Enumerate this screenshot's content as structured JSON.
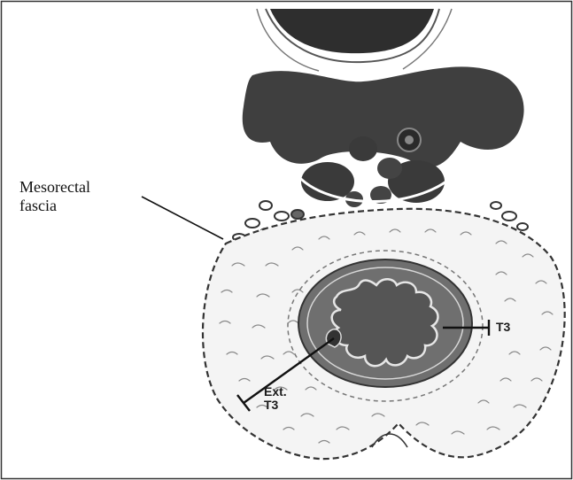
{
  "labels": {
    "mesorectal_fascia": "Mesorectal\nfascia",
    "t3": "T3",
    "ext_t3": "Ext.\nT3"
  },
  "colors": {
    "bone_dark": "#4a4a4a",
    "tumor_ring": "#6f6f6f",
    "lumen": "#555555",
    "fat": "#f4f4f4",
    "line": "#1a1a1a"
  }
}
